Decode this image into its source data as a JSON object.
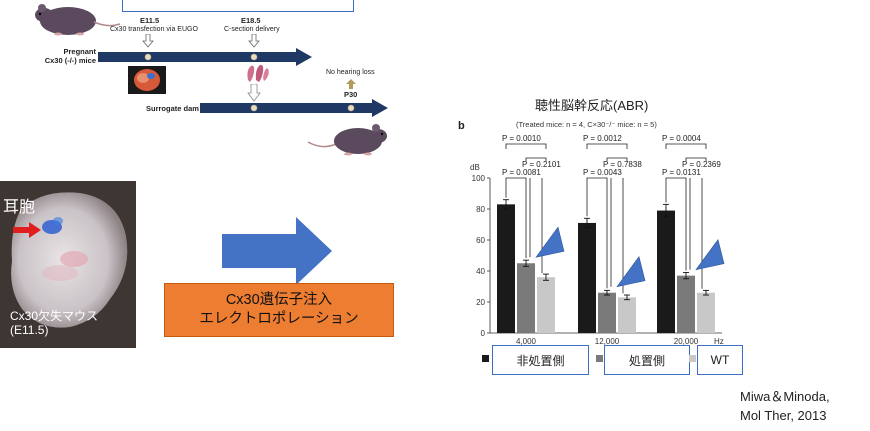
{
  "timeline": {
    "e11_label": "E11.5",
    "e11_desc": "Cx30 transfection via EUGO",
    "e18_label": "E18.5",
    "e18_desc": "C-section delivery",
    "pregnant_label_1": "Pregnant",
    "pregnant_label_2": "Cx30 (-/-) mice",
    "no_hearing_loss": "No hearing loss",
    "p30": "P30",
    "surrogate_label": "Surrogate dam"
  },
  "photo": {
    "otocyst_label": "耳胞",
    "mouse_label_1": "Cx30欠失マウス",
    "mouse_label_2": "(E11.5)"
  },
  "callout": {
    "line1": "Cx30遺伝子注入",
    "line2": "エレクトロポレーション"
  },
  "chart_heading": "聴性脳幹反応(ABR)",
  "citation": {
    "line1": "Miwa＆Minoda,",
    "line2": "Mol Ther, 2013"
  },
  "colors": {
    "timeline_arrow": "#1f3864",
    "callout_fill": "#ed7d31",
    "big_arrow": "#4472c4",
    "legend_border": "#3b6fc4",
    "bar_treated_ear": "#1a1a1a",
    "bar_untreated_ear": "#7a7a7a",
    "bar_wt": "#c8c8c8"
  },
  "chart_data": {
    "type": "bar",
    "panel_label": "b",
    "subtitle": "(Treated mice: n = 4, C×30⁻/⁻ mice: n = 5)",
    "ylabel": "dB",
    "xunit": "Hz",
    "ylim": [
      0,
      100
    ],
    "yticks": [
      0,
      20,
      40,
      60,
      80,
      100
    ],
    "categories": [
      "4,000",
      "12,000",
      "20,000"
    ],
    "series": [
      {
        "name": "非処置側",
        "values": [
          83,
          71,
          79
        ],
        "errors": [
          3,
          3,
          4
        ]
      },
      {
        "name": "処置側",
        "values": [
          45,
          26,
          37
        ],
        "errors": [
          2,
          1.5,
          2
        ]
      },
      {
        "name": "WT",
        "values": [
          36,
          23,
          26
        ],
        "errors": [
          2,
          1.5,
          1.5
        ]
      }
    ],
    "p_values": [
      {
        "top": "P = 0.0010",
        "mid": "P = 0.2101",
        "low": "P = 0.0081"
      },
      {
        "top": "P = 0.0012",
        "mid": "P = 0.7838",
        "low": "P = 0.0043"
      },
      {
        "top": "P = 0.0004",
        "mid": "P = 0.2369",
        "low": "P = 0.0131"
      }
    ]
  }
}
